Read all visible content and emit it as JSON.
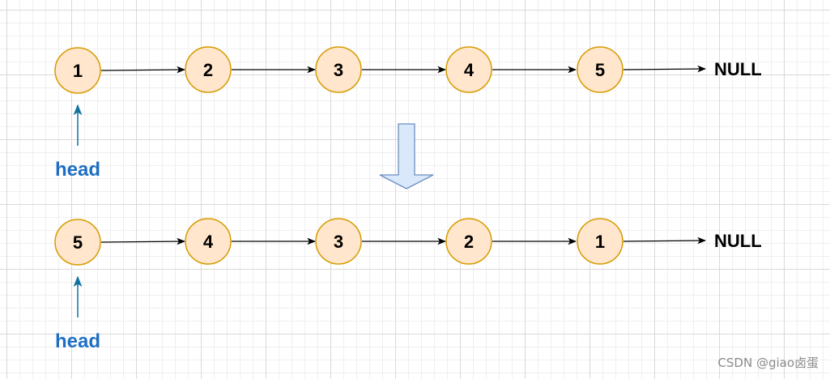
{
  "lists": [
    {
      "nodes": [
        "1",
        "2",
        "3",
        "4",
        "5"
      ],
      "terminal": "NULL",
      "pointer": "head"
    },
    {
      "nodes": [
        "5",
        "4",
        "3",
        "2",
        "1"
      ],
      "terminal": "NULL",
      "pointer": "head"
    }
  ],
  "watermark": "CSDN @giao卤蛋",
  "colors": {
    "node_fill": "#ffe6cc",
    "node_stroke": "#d79b00",
    "head_text": "#1e6fc3",
    "head_arrow": "#10739e",
    "transform_arrow_fill": "#dae8fc",
    "transform_arrow_stroke": "#6c8ebf"
  },
  "icons": {
    "transform": "down-arrow-icon"
  }
}
